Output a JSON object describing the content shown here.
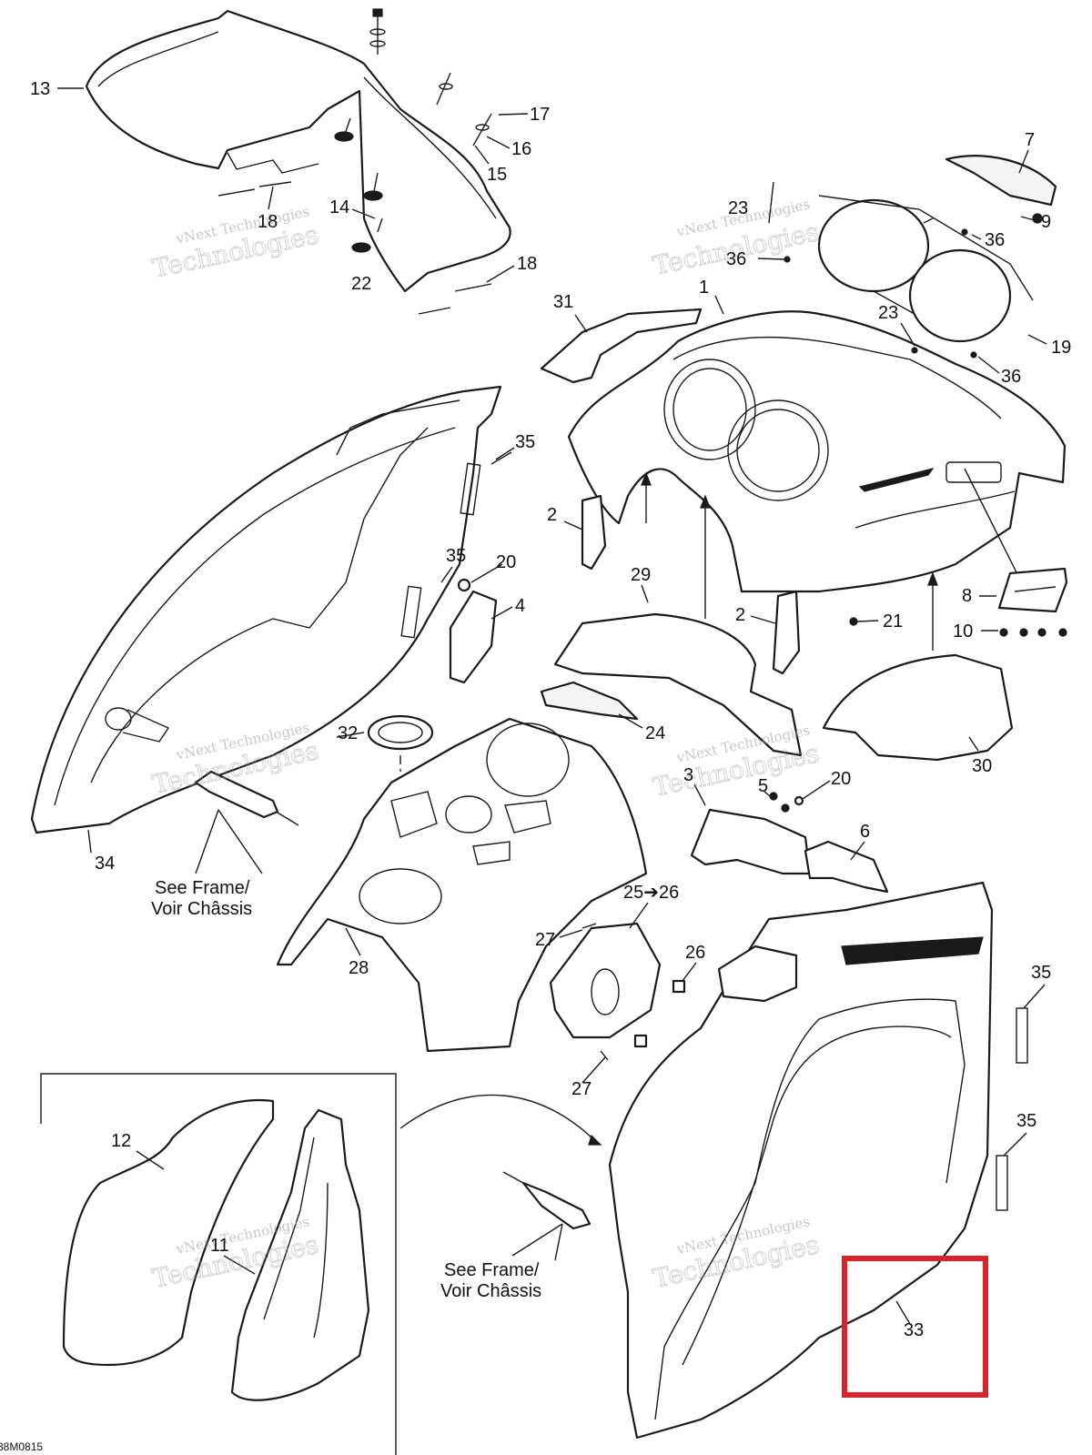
{
  "callouts": {
    "c1": "1",
    "c2a": "2",
    "c2b": "2",
    "c3": "3",
    "c4": "4",
    "c5": "5",
    "c6": "6",
    "c7": "7",
    "c8": "8",
    "c9": "9",
    "c10": "10",
    "c11": "11",
    "c12": "12",
    "c13": "13",
    "c14": "14",
    "c15": "15",
    "c16": "16",
    "c17": "17",
    "c18a": "18",
    "c18b": "18",
    "c19": "19",
    "c20a": "20",
    "c20b": "20",
    "c21": "21",
    "c22": "22",
    "c23a": "23",
    "c23b": "23",
    "c24": "24",
    "c25": "25➔26",
    "c26": "26",
    "c27a": "27",
    "c27b": "27",
    "c28": "28",
    "c29": "29",
    "c30": "30",
    "c31": "31",
    "c32": "32",
    "c33": "33",
    "c34": "34",
    "c35a": "35",
    "c35b": "35",
    "c35c": "35",
    "c35d": "35",
    "c36a": "36",
    "c36b": "36",
    "c36c": "36"
  },
  "notes": {
    "see_frame_left_line1": "See Frame/",
    "see_frame_left_line2": "Voir Châssis",
    "see_frame_right_line1": "See Frame/",
    "see_frame_right_line2": "Voir Châssis"
  },
  "watermark": {
    "line1": "vNext Technologies",
    "line2": "Technologies"
  },
  "drawing_code": "38M0815",
  "highlight": {
    "part": "33",
    "color": "#d9232a"
  }
}
